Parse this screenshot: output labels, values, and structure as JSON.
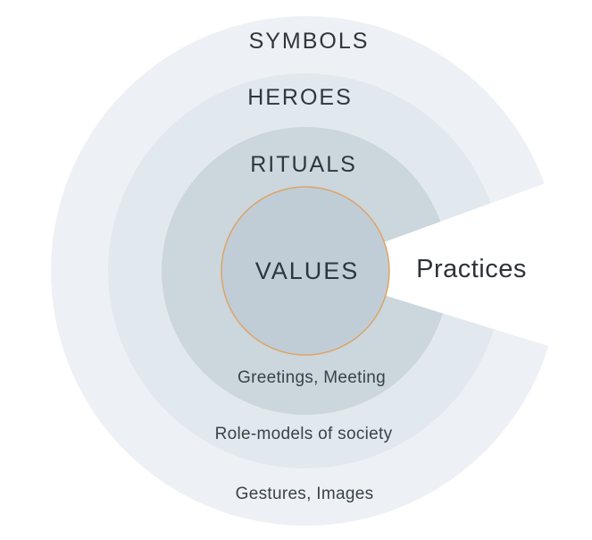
{
  "diagram": {
    "type": "onion-model-of-culture",
    "rings": [
      {
        "name": "symbols",
        "label": "SYMBOLS",
        "bottom_label": "Gestures, Images",
        "color": "#edf1f5"
      },
      {
        "name": "heroes",
        "label": "HEROES",
        "bottom_label": "Role-models of society",
        "color": "#e2e9ee"
      },
      {
        "name": "rituals",
        "label": "RITUALS",
        "bottom_label": "Greetings, Meeting",
        "color": "#cbd6dd"
      }
    ],
    "core": {
      "label": "VALUES",
      "fill": "#c0cdd6",
      "border_color": "#dda467"
    },
    "wedge": {
      "label": "Practices",
      "fill": "#ffffff"
    },
    "colors": {
      "ring_label_text": "#30363c",
      "core_label_text": "#2c3540",
      "bottom_label_text": "#3a424a",
      "wedge_label_text": "#2f3338",
      "background": "#ffffff"
    }
  }
}
